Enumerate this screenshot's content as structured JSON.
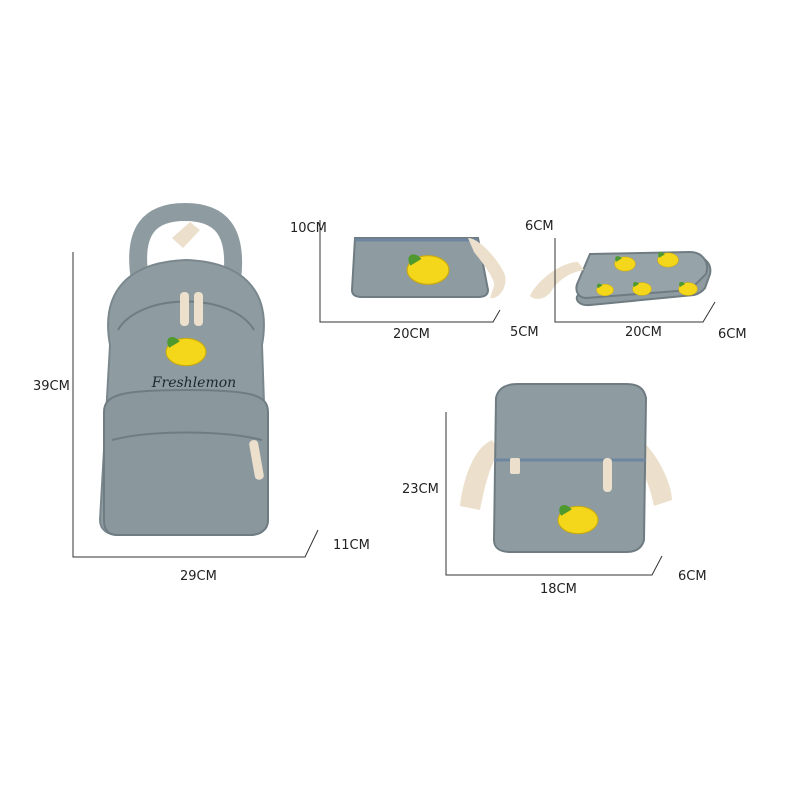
{
  "backpack": {
    "brand_text": "Freshlemon",
    "height_label": "39CM",
    "width_label": "29CM",
    "depth_label": "11CM"
  },
  "clutch": {
    "height_label": "10CM",
    "width_label": "20CM",
    "depth_label": "5CM"
  },
  "pencil_case": {
    "height_label": "6CM",
    "width_label": "20CM",
    "depth_label": "6CM"
  },
  "shoulder_bag": {
    "height_label": "23CM",
    "width_label": "18CM",
    "depth_label": "6CM"
  },
  "colors": {
    "bag_gray": "#8e9ca2",
    "bag_dark": "#7a888e",
    "strap_beige": "#ece0cc",
    "lemon_yellow": "#f4d61a",
    "leaf_green": "#4f9a2f"
  }
}
